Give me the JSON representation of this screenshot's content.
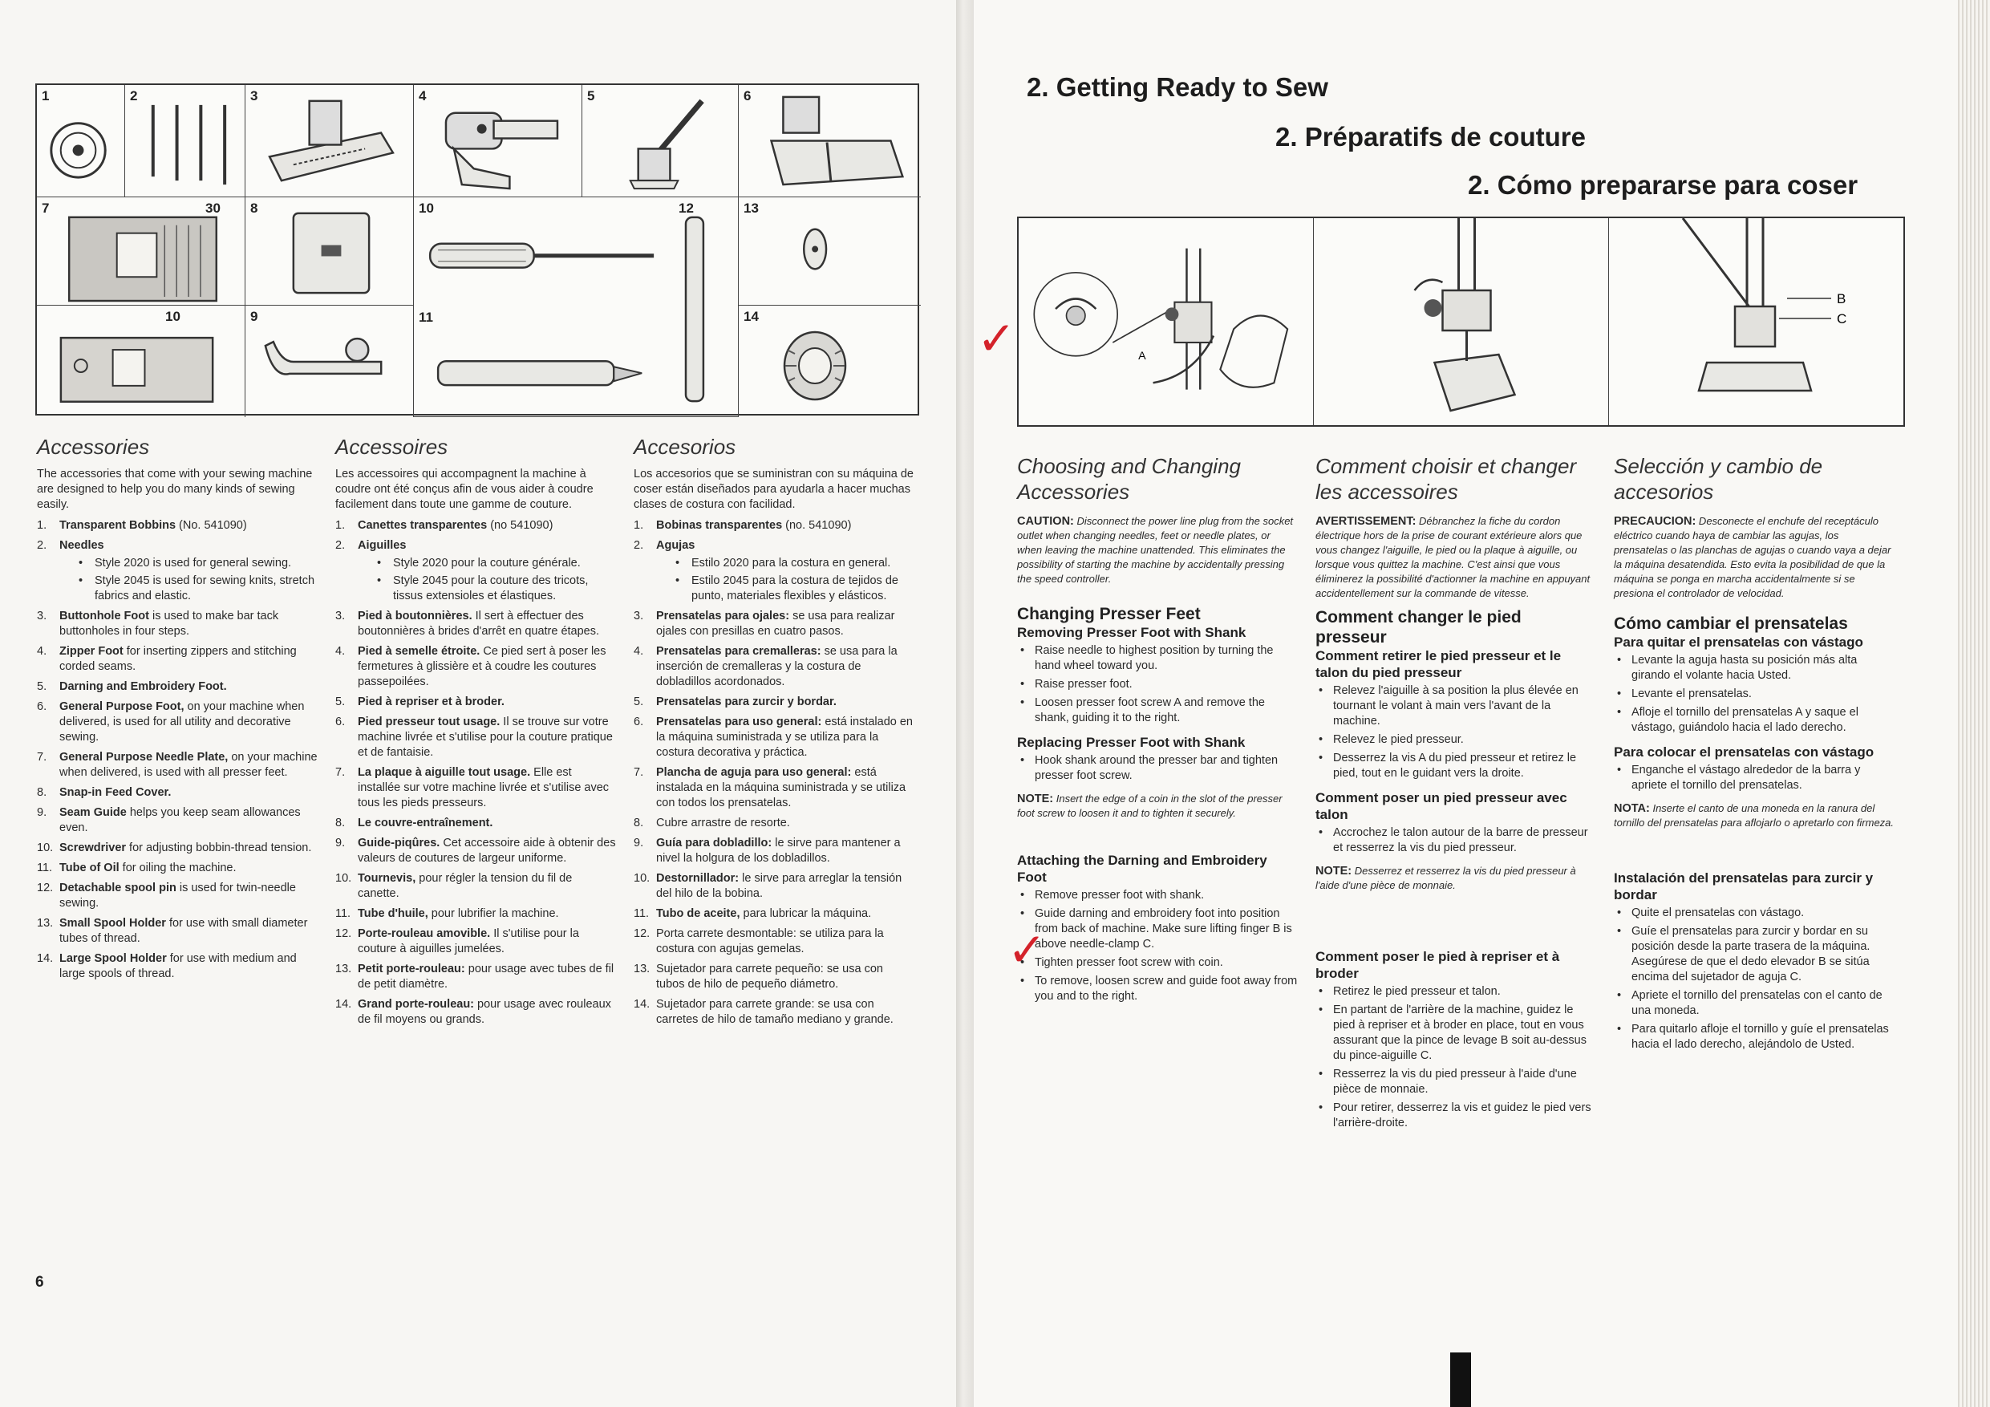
{
  "left": {
    "page_number": "6",
    "grid_labels": {
      "n1": "1",
      "n2": "2",
      "n3": "3",
      "n4": "4",
      "n5": "5",
      "n6": "6",
      "n7": "7",
      "n8": "8",
      "n9": "9",
      "n10": "10",
      "n11": "11",
      "n12": "12",
      "n13": "13",
      "n14": "14",
      "n30": "30",
      "n10b": "10"
    },
    "en": {
      "heading": "Accessories",
      "intro": "The accessories that come with your sewing machine are designed to help you do many kinds of sewing easily.",
      "items": [
        {
          "n": "1.",
          "b": "Transparent Bobbins",
          "t": " (No. 541090)"
        },
        {
          "n": "2.",
          "b": "Needles",
          "t": ""
        },
        {
          "n": "3.",
          "b": "Buttonhole Foot",
          "t": " is used to make bar tack buttonholes in four steps."
        },
        {
          "n": "4.",
          "b": "Zipper Foot",
          "t": " for inserting zippers and stitching corded seams."
        },
        {
          "n": "5.",
          "b": "Darning and Embroidery Foot.",
          "t": ""
        },
        {
          "n": "6.",
          "b": "General Purpose Foot,",
          "t": " on your machine when delivered, is used for all utility and decorative sewing."
        },
        {
          "n": "7.",
          "b": "General Purpose Needle Plate,",
          "t": " on your machine when delivered, is used with all presser feet."
        },
        {
          "n": "8.",
          "b": "Snap-in Feed Cover.",
          "t": ""
        },
        {
          "n": "9.",
          "b": "Seam Guide",
          "t": " helps you keep seam allowances even."
        },
        {
          "n": "10.",
          "b": "Screwdriver",
          "t": " for adjusting bobbin-thread tension."
        },
        {
          "n": "11.",
          "b": "Tube of Oil",
          "t": " for oiling the machine."
        },
        {
          "n": "12.",
          "b": "Detachable spool pin",
          "t": " is used for twin-needle sewing."
        },
        {
          "n": "13.",
          "b": "Small Spool Holder",
          "t": " for use with small diameter tubes of thread."
        },
        {
          "n": "14.",
          "b": "Large Spool Holder",
          "t": " for use with medium and large spools of thread."
        }
      ],
      "needles_sub": [
        "Style 2020 is used for general sewing.",
        "Style 2045 is used for sewing knits, stretch fabrics and elastic."
      ]
    },
    "fr": {
      "heading": "Accessoires",
      "intro": "Les accessoires qui accompagnent la machine à coudre ont été conçus afin de vous aider à coudre facilement dans toute une gamme de couture.",
      "items": [
        {
          "n": "1.",
          "b": "Canettes transparentes",
          "t": " (no 541090)"
        },
        {
          "n": "2.",
          "b": "Aiguilles",
          "t": ""
        },
        {
          "n": "3.",
          "b": "Pied à boutonnières.",
          "t": " Il sert à effectuer des boutonnières à brides d'arrêt en quatre étapes."
        },
        {
          "n": "4.",
          "b": "Pied à semelle étroite.",
          "t": " Ce pied sert à poser les fermetures à glissière et à coudre les coutures passepoilées."
        },
        {
          "n": "5.",
          "b": "Pied à repriser et à broder.",
          "t": ""
        },
        {
          "n": "6.",
          "b": "Pied presseur tout usage.",
          "t": " Il se trouve sur votre machine livrée et s'utilise pour la couture pratique et de fantaisie."
        },
        {
          "n": "7.",
          "b": "La plaque à aiguille tout usage.",
          "t": " Elle est installée sur votre machine livrée et s'utilise avec tous les pieds presseurs."
        },
        {
          "n": "8.",
          "b": "Le couvre-entraînement.",
          "t": ""
        },
        {
          "n": "9.",
          "b": "Guide-piqûres.",
          "t": " Cet accessoire aide à obtenir des valeurs de coutures de largeur uniforme."
        },
        {
          "n": "10.",
          "b": "Tournevis,",
          "t": " pour régler la tension du fil de canette."
        },
        {
          "n": "11.",
          "b": "Tube d'huile,",
          "t": " pour lubrifier la machine."
        },
        {
          "n": "12.",
          "b": "Porte-rouleau amovible.",
          "t": " Il s'utilise pour la couture à aiguilles jumelées."
        },
        {
          "n": "13.",
          "b": "Petit porte-rouleau:",
          "t": " pour usage avec tubes de fil de petit diamètre."
        },
        {
          "n": "14.",
          "b": "Grand porte-rouleau:",
          "t": " pour usage avec rouleaux de fil moyens ou grands."
        }
      ],
      "needles_sub": [
        "Style 2020 pour la couture générale.",
        "Style 2045 pour la couture des tricots, tissus extensioles et élastiques."
      ]
    },
    "es": {
      "heading": "Accesorios",
      "intro": "Los accesorios que se suministran con su máquina de coser están diseñados para ayudarla a hacer muchas clases de costura con facilidad.",
      "items": [
        {
          "n": "1.",
          "b": "Bobinas transparentes",
          "t": " (no. 541090)"
        },
        {
          "n": "2.",
          "b": "Agujas",
          "t": ""
        },
        {
          "n": "3.",
          "b": "Prensatelas para ojales:",
          "t": " se usa para realizar ojales con presillas en cuatro pasos."
        },
        {
          "n": "4.",
          "b": "Prensatelas para cremalleras:",
          "t": " se usa para la inserción de cremalleras y la costura de dobladillos acordonados."
        },
        {
          "n": "5.",
          "b": "Prensatelas para zurcir y bordar.",
          "t": ""
        },
        {
          "n": "6.",
          "b": "Prensatelas para uso general:",
          "t": " está instalado en la máquina suministrada y se utiliza para la costura decorativa y práctica."
        },
        {
          "n": "7.",
          "b": "Plancha de aguja para uso general:",
          "t": " está instalada en la máquina suministrada y se utiliza con todos los prensatelas."
        },
        {
          "n": "8.",
          "b": "",
          "t": "Cubre arrastre de resorte."
        },
        {
          "n": "9.",
          "b": "Guía para dobladillo:",
          "t": " le sirve para mantener a nivel la holgura de los dobladillos."
        },
        {
          "n": "10.",
          "b": "Destornillador:",
          "t": " le sirve para arreglar la tensión del hilo de la bobina."
        },
        {
          "n": "11.",
          "b": "Tubo de aceite,",
          "t": " para lubricar la máquina."
        },
        {
          "n": "12.",
          "b": "",
          "t": "Porta carrete desmontable: se utiliza para la costura con agujas gemelas."
        },
        {
          "n": "13.",
          "b": "",
          "t": "Sujetador para carrete pequeño: se usa con tubos de hilo de pequeño diámetro."
        },
        {
          "n": "14.",
          "b": "",
          "t": "Sujetador para carrete grande: se usa con carretes de hilo de tamaño mediano y grande."
        }
      ],
      "needles_sub": [
        "Estilo 2020 para la costura en general.",
        "Estilo 2045 para la costura de tejidos de punto, materiales flexibles y elásticos."
      ]
    }
  },
  "right": {
    "title_en": "2.  Getting Ready to Sew",
    "title_fr": "2.  Préparatifs de couture",
    "title_es": "2.  Cómo prepararse para coser",
    "illus_labels": {
      "a": "A",
      "b": "B",
      "c": "C"
    },
    "checkmark": "✓",
    "en": {
      "heading": "Choosing and Changing Accessories",
      "caution_label": "CAUTION:",
      "caution": " Disconnect the power line plug from the socket outlet when changing needles, feet or needle plates, or when leaving the machine unattended. This eliminates the possibility of starting the machine by accidentally pressing the speed controller.",
      "h_presser": "Changing Presser Feet",
      "h_remove": "Removing Presser Foot with Shank",
      "remove": [
        "Raise needle to highest position by turning the hand wheel toward you.",
        "Raise presser foot.",
        "Loosen presser foot screw A and remove the shank, guiding it to the right."
      ],
      "h_replace": "Replacing Presser Foot with Shank",
      "replace": [
        "Hook shank around the presser bar and tighten presser foot screw."
      ],
      "note_label": "NOTE:",
      "note": " Insert the edge of a coin in the slot of the presser foot screw to loosen it and to tighten it securely.",
      "h_attach": "Attaching the Darning and Embroidery Foot",
      "attach": [
        "Remove presser foot with shank.",
        "Guide darning and embroidery foot into position from back of machine. Make sure lifting finger B is above needle-clamp C.",
        "Tighten presser foot screw with coin.",
        "To remove, loosen screw and guide foot away from you and to the right."
      ]
    },
    "fr": {
      "heading": "Comment choisir et changer les accessoires",
      "caution_label": "AVERTISSEMENT:",
      "caution": " Débranchez la fiche du cordon électrique hors de la prise de courant extérieure alors que vous changez l'aiguille, le pied ou la plaque à aiguille, ou lorsque vous quittez la machine. C'est ainsi que vous éliminerez la possibilité d'actionner la machine en appuyant accidentellement sur la commande de vitesse.",
      "h_presser": "Comment changer le pied presseur",
      "h_remove": "Comment retirer le pied presseur et le talon du pied presseur",
      "remove": [
        "Relevez l'aiguille à sa position la plus élevée en tournant le volant à main vers l'avant de la machine.",
        "Relevez le pied presseur.",
        "Desserrez la vis A du pied presseur et retirez le pied, tout en le guidant vers la droite."
      ],
      "h_replace": "Comment poser un pied presseur avec talon",
      "replace": [
        "Accrochez le talon autour de la barre de presseur et resserrez la vis du pied presseur."
      ],
      "note_label": "NOTE:",
      "note": " Desserrez et resserrez la vis du pied presseur à l'aide d'une pièce de monnaie.",
      "h_attach": "Comment poser le pied à repriser et à broder",
      "attach": [
        "Retirez le pied presseur et talon.",
        "En partant de l'arrière de la machine, guidez le pied à repriser et à broder en place, tout en vous assurant que la pince de levage B soit au-dessus du pince-aiguille C.",
        "Resserrez la vis du pied presseur à l'aide d'une pièce de monnaie.",
        "Pour retirer, desserrez la vis et guidez le pied vers l'arrière-droite."
      ]
    },
    "es": {
      "heading": "Selección y cambio de accesorios",
      "caution_label": "PRECAUCION:",
      "caution": " Desconecte el enchufe del receptáculo eléctrico cuando haya de cambiar las agujas, los prensatelas o las planchas de agujas o cuando vaya a dejar la máquina desatendida. Esto evita la posibilidad de que la máquina se ponga en marcha accidentalmente si se presiona el controlador de velocidad.",
      "h_presser": "Cómo cambiar el prensatelas",
      "h_remove": "Para quitar el prensatelas con vástago",
      "remove": [
        "Levante la aguja hasta su posición más alta girando el volante hacia Usted.",
        "Levante el prensatelas.",
        "Afloje el tornillo del prensatelas A y saque el vástago, guiándolo hacia el lado derecho."
      ],
      "h_replace": "Para colocar el prensatelas con vástago",
      "replace": [
        "Enganche el vástago alrededor de la barra y apriete el tornillo del prensatelas."
      ],
      "note_label": "NOTA:",
      "note": " Inserte el canto de una moneda en la ranura del tornillo del prensatelas para aflojarlo o apretarlo con firmeza.",
      "h_attach": "Instalación del prensatelas para zurcir y bordar",
      "attach": [
        "Quite el prensatelas con vástago.",
        "Guíe el prensatelas para zurcir y bordar en su posición desde la parte trasera de la máquina. Asegúrese de que el dedo elevador B se sitúa encima del sujetador de aguja C.",
        "Apriete el tornillo del prensatelas con el canto de una moneda.",
        "Para quitarlo afloje el tornillo y guíe el prensatelas hacia el lado derecho, alejándolo de Usted."
      ]
    }
  }
}
